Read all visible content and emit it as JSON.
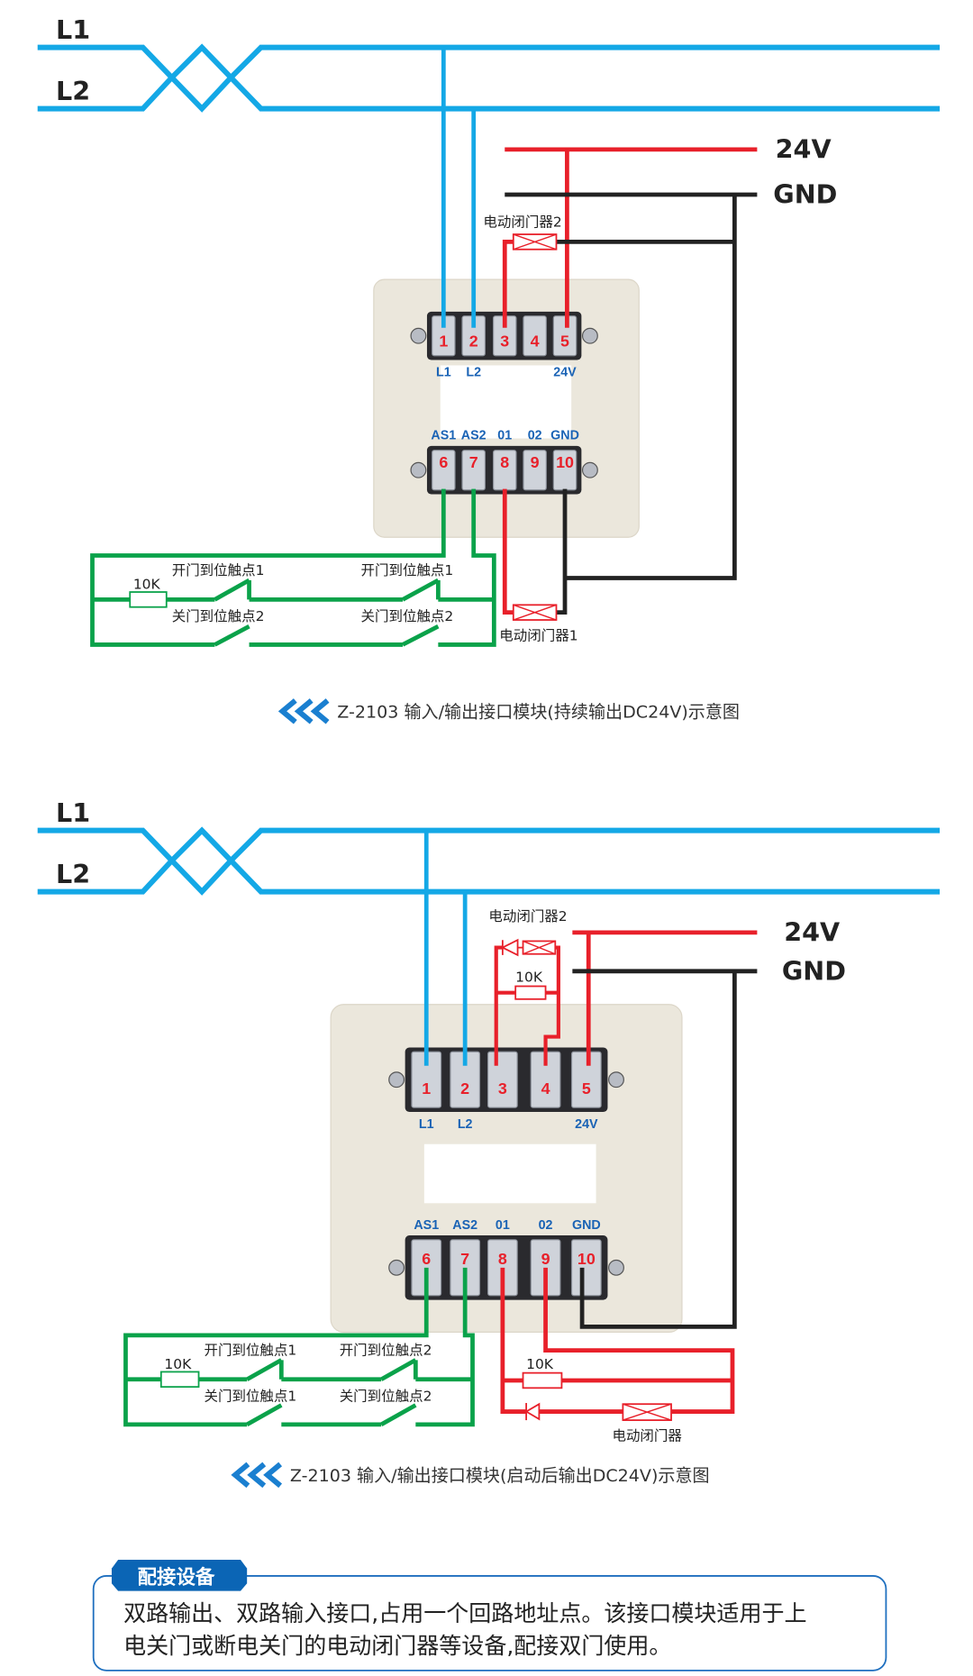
{
  "colors": {
    "bus_blue": "#14a8e6",
    "red": "#e8202a",
    "green": "#0aa24a",
    "black": "#222222",
    "accent": "#0b65b5"
  },
  "diagram1": {
    "bus": {
      "l1": "L1",
      "l2": "L2"
    },
    "power": {
      "v24": "24V",
      "gnd": "GND"
    },
    "top_terminals": [
      "1",
      "2",
      "3",
      "4",
      "5"
    ],
    "top_labels": [
      "L1",
      "L2",
      "",
      "",
      "24V"
    ],
    "bottom_terminals": [
      "6",
      "7",
      "8",
      "9",
      "10"
    ],
    "bottom_labels": [
      "AS1",
      "AS2",
      "01",
      "02",
      "GND"
    ],
    "closer2": "电动闭门器2",
    "closer1": "电动闭门器1",
    "resistor": "10K",
    "contacts": [
      "开门到位触点1",
      "开门到位触点1",
      "关门到位触点2",
      "关门到位触点2"
    ],
    "caption": "Z-2103 输入/输出接口模块(持续输出DC24V)示意图"
  },
  "diagram2": {
    "bus": {
      "l1": "L1",
      "l2": "L2"
    },
    "power": {
      "v24": "24V",
      "gnd": "GND"
    },
    "top_terminals": [
      "1",
      "2",
      "3",
      "4",
      "5"
    ],
    "top_labels": [
      "L1",
      "L2",
      "",
      "",
      "24V"
    ],
    "bottom_terminals": [
      "6",
      "7",
      "8",
      "9",
      "10"
    ],
    "bottom_labels": [
      "AS1",
      "AS2",
      "01",
      "02",
      "GND"
    ],
    "closer2": "电动闭门器2",
    "closer": "电动闭门器",
    "resistor_top": "10K",
    "resistor_green": "10K",
    "resistor_red": "10K",
    "contacts": [
      "开门到位触点1",
      "开门到位触点2",
      "关门到位触点1",
      "关门到位触点2"
    ],
    "caption": "Z-2103 输入/输出接口模块(启动后输出DC24V)示意图"
  },
  "info": {
    "tag": "配接设备",
    "lines": [
      "双路输出、双路输入接口,占用一个回路地址点。该接口模块适用于上",
      "电关门或断电关门的电动闭门器等设备,配接双门使用。"
    ]
  }
}
